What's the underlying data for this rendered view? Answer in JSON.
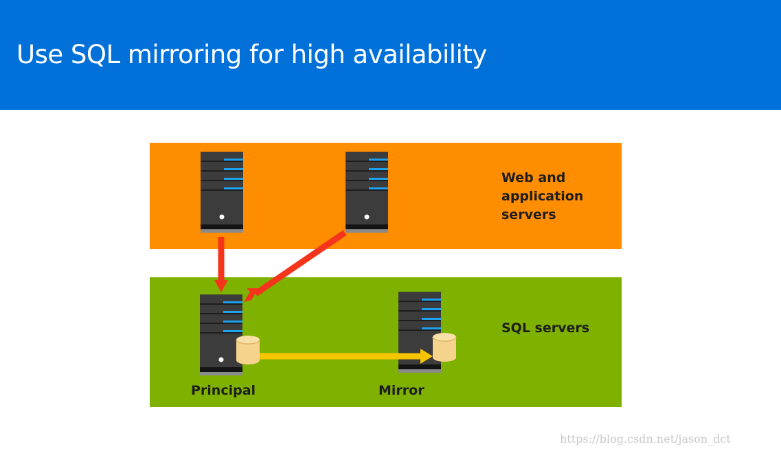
{
  "slide": {
    "title": "Use SQL mirroring for high availability"
  },
  "tiers": {
    "web": {
      "label": "Web and\napplication\nservers",
      "color": "#fe8d00"
    },
    "sql": {
      "label": "SQL servers",
      "color": "#7fb200"
    }
  },
  "nodes": {
    "principal": {
      "label": "Principal"
    },
    "mirror": {
      "label": "Mirror"
    }
  },
  "colors": {
    "header": "#0170d9",
    "request_arrow": "#f5341c",
    "mirror_arrow": "#f7c500",
    "server_body": "#3c3c3c",
    "server_led": "#1ea2f0",
    "database": "#f5d38c"
  },
  "icons": [
    "server-icon",
    "database-icon"
  ],
  "watermark": "https://blog.csdn.net/jason_dct"
}
